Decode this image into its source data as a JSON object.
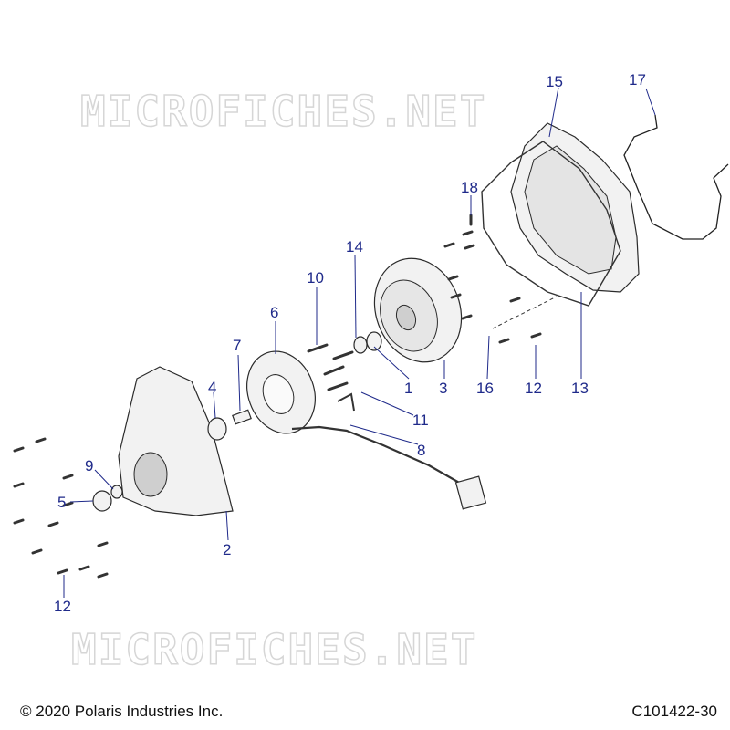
{
  "watermark": {
    "top": "MICROFICHES.NET",
    "bottom": "MICROFICHES.NET"
  },
  "callouts": [
    "1",
    "2",
    "3",
    "4",
    "5",
    "6",
    "7",
    "8",
    "9",
    "10",
    "11",
    "12",
    "12",
    "13",
    "14",
    "15",
    "16",
    "17",
    "18"
  ],
  "footer": {
    "copyright": "© 2020 Polaris Industries Inc.",
    "drawing_id": "C101422-30"
  }
}
